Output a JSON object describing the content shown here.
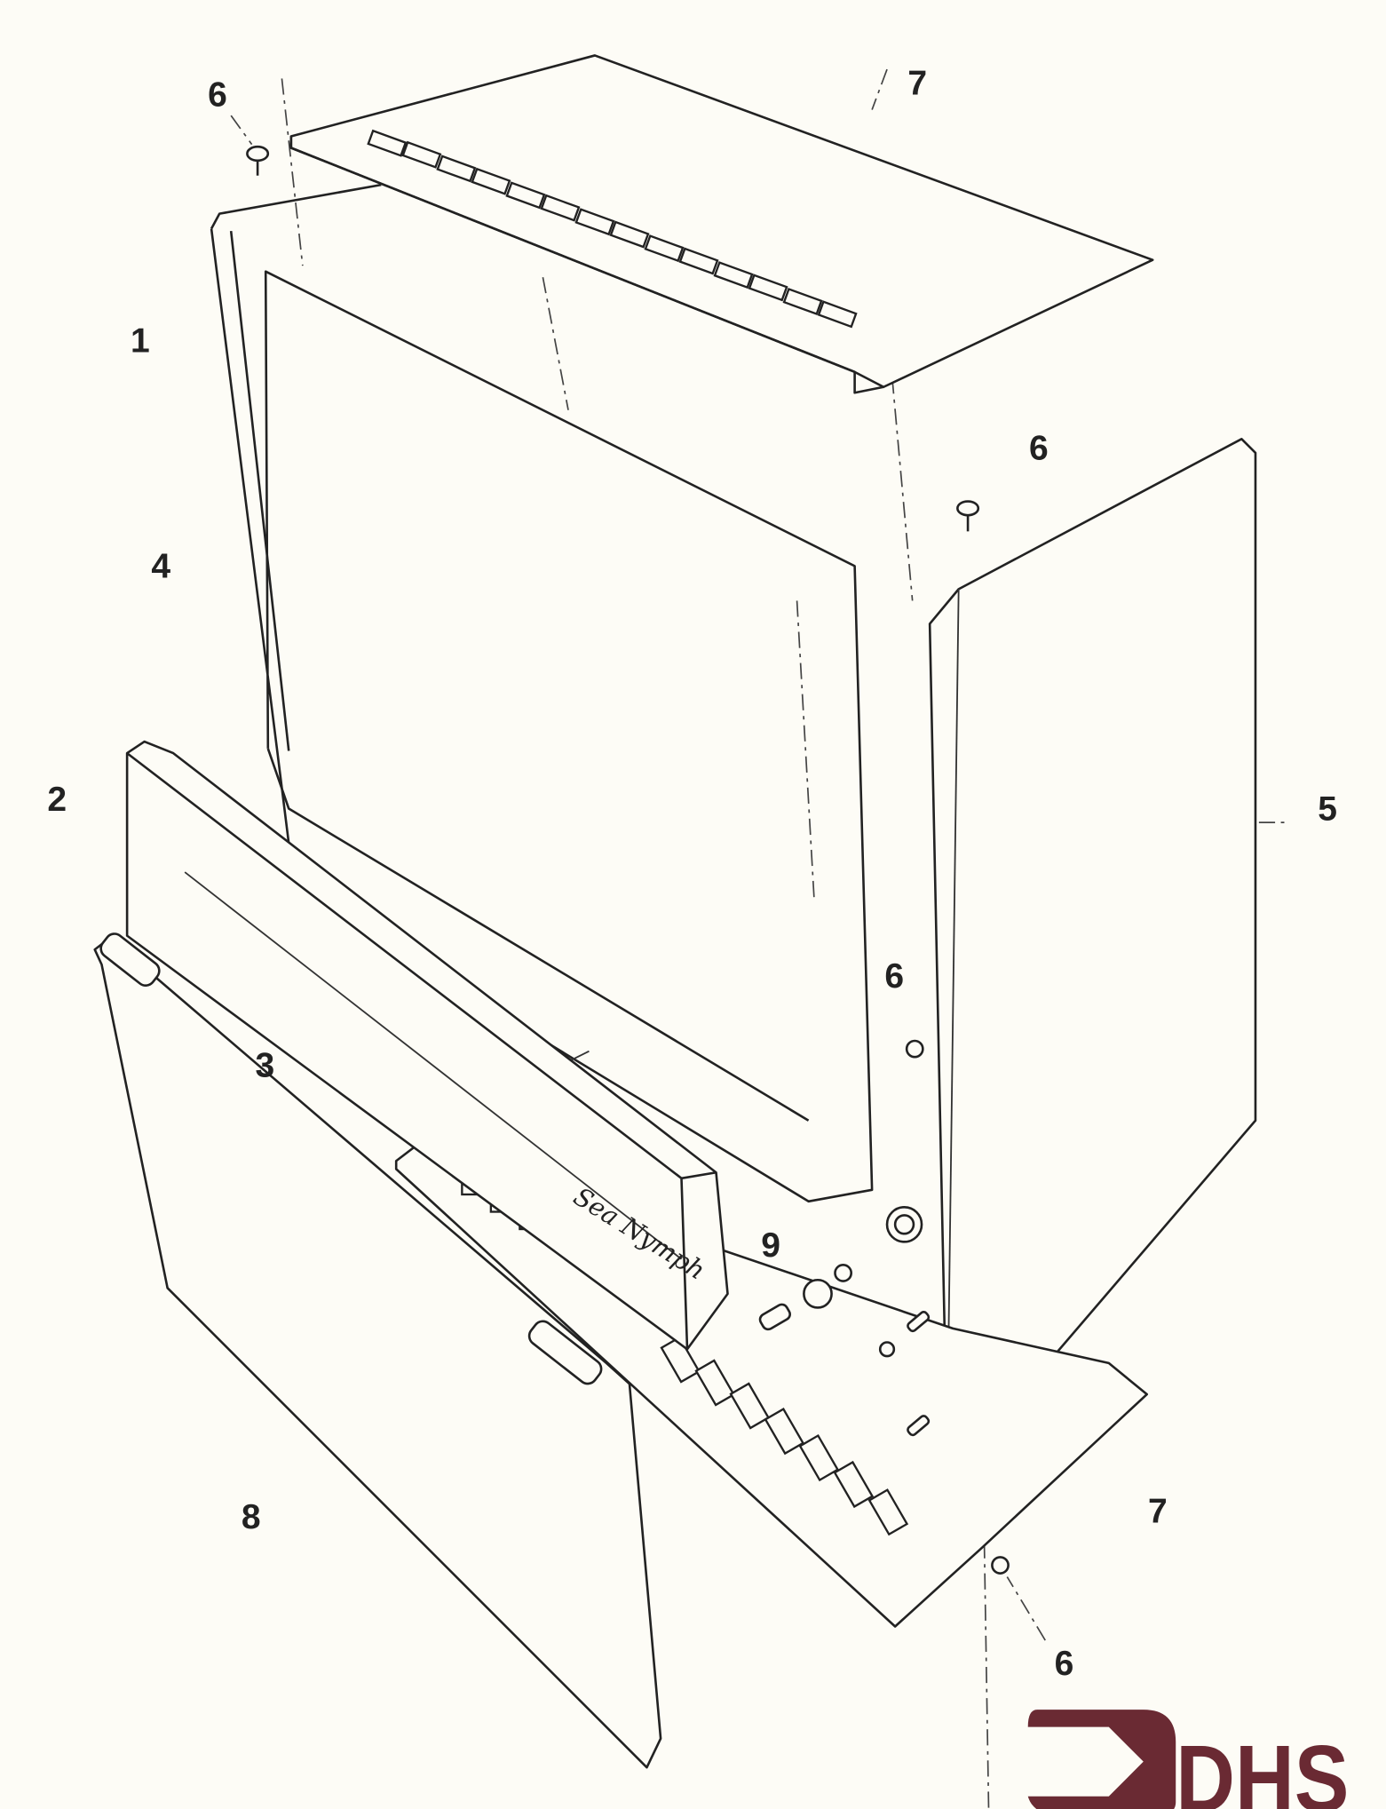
{
  "diagram": {
    "callouts": [
      {
        "id": "screw-top",
        "label": "6"
      },
      {
        "id": "top-cover",
        "label": "7"
      },
      {
        "id": "frame",
        "label": "1"
      },
      {
        "id": "back-panel",
        "label": "4"
      },
      {
        "id": "screw-side-top",
        "label": "6"
      },
      {
        "id": "front-bezel",
        "label": "2"
      },
      {
        "id": "side-panel",
        "label": "5"
      },
      {
        "id": "screw-side-mid",
        "label": "6"
      },
      {
        "id": "bezel-slot",
        "label": "3"
      },
      {
        "id": "knob-assembly",
        "label": "9"
      },
      {
        "id": "front-door",
        "label": "8"
      },
      {
        "id": "bottom-cover",
        "label": "7"
      },
      {
        "id": "screw-bottom",
        "label": "6"
      }
    ],
    "bezel_script": "Sea Nymph",
    "logo": {
      "text": "DHS",
      "color": "#6a2a33"
    }
  }
}
